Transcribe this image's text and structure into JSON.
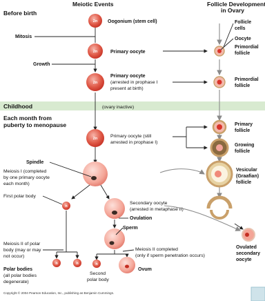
{
  "headers": {
    "left": "Before birth",
    "center": "Meiotic Events",
    "right_line1": "Follicle Development",
    "right_line2": "in Ovary"
  },
  "periods": {
    "childhood": "Childhood",
    "childhood_note": "(ovary inactive)",
    "puberty_line1": "Each month from",
    "puberty_line2": "puberty to menopause"
  },
  "left_labels": {
    "mitosis": "Mitosis",
    "growth": "Growth",
    "spindle": "Spindle",
    "meiosis1_line1": "Meiosis I (completed",
    "meiosis1_line2": "by one primary oocyte",
    "meiosis1_line3": "each month)",
    "first_polar_body": "First polar body",
    "meiosis2pb_line1": "Meiosis II of polar",
    "meiosis2pb_line2": "body (may or may",
    "meiosis2pb_line3": "not occur)",
    "polar_bodies_line1": "Polar bodies",
    "polar_bodies_line2": "(all polar bodies",
    "polar_bodies_line3": "degenerate)"
  },
  "center_labels": {
    "oogonium": "Oogonium (stem cell)",
    "primary_oocyte": "Primary oocyte",
    "arrested_line1": "Primary oocyte",
    "arrested_line2": "(arrested in prophase I",
    "arrested_line3": "present at birth)",
    "still_line1": "Primary oocyte (still",
    "still_line2": "arrested in prophase I)",
    "secondary_line1": "Secondary oocyte",
    "secondary_line2": "(arrested in metaphase II)",
    "ovulation": "Ovulation",
    "sperm": "Sperm",
    "meiosis2c_line1": "Meiosis II completed",
    "meiosis2c_line2": "(only if sperm penetration occurs)",
    "second_polar_line1": "Second",
    "second_polar_line2": "polar body",
    "ovum": "Ovum"
  },
  "right_labels": {
    "follicle_cells_line1": "Follicle",
    "follicle_cells_line2": "cells",
    "oocyte": "Oocyte",
    "primordial_line1": "Primordial",
    "primordial_line2": "follicle",
    "primordial2_line1": "Primordial",
    "primordial2_line2": "follicle",
    "primary_line1": "Primary",
    "primary_line2": "follicle",
    "growing_line1": "Growing",
    "growing_line2": "follicle",
    "vesicular_line1": "Vesicular",
    "vesicular_line2": "(Graafian)",
    "vesicular_line3": "follicle",
    "ovulated_line1": "Ovulated",
    "ovulated_line2": "secondary",
    "ovulated_line3": "oocyte"
  },
  "cell_labels": {
    "two_n": "2n",
    "n": "n"
  },
  "copyright": "Copyright © 2004 Pearson Education, Inc., publishing as Benjamin Cummings.",
  "colors": {
    "cell": "#d9342b",
    "cell_light": "#f3a49a",
    "childhood_band": "#d8ead0",
    "follicle_ring": "#c9a06a",
    "corner_box": "#cfe3ea"
  }
}
